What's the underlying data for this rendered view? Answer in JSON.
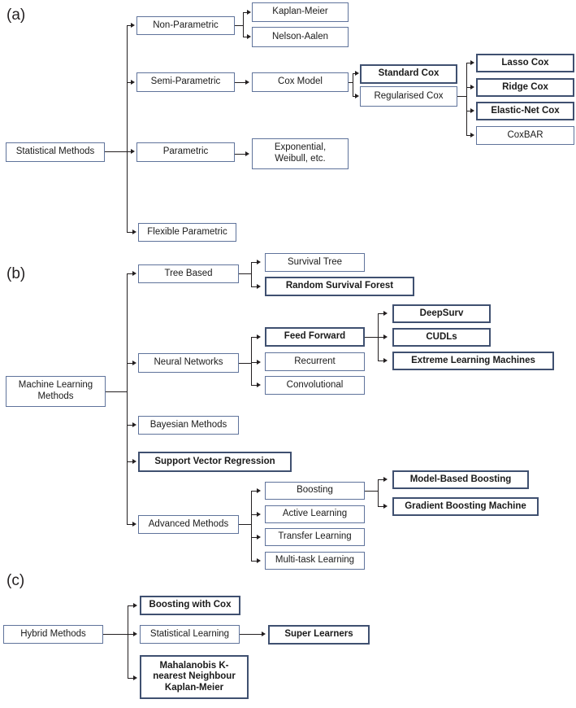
{
  "figure": {
    "type": "hierarchy-diagram",
    "panels": [
      {
        "id": "a",
        "label": "(a)",
        "root": "Statistical Methods"
      },
      {
        "id": "b",
        "label": "(b)",
        "root": "Machine Learning Methods"
      },
      {
        "id": "c",
        "label": "(c)",
        "root": "Hybrid Methods"
      }
    ]
  },
  "colors": {
    "thin_border": "#5f739b",
    "bold_border": "#3f5070",
    "connector": "#231f20",
    "box_fill": "#ffffff",
    "text": "#1a1a1a"
  },
  "panel_a": {
    "label": "(a)",
    "root": "Statistical Methods",
    "level1": [
      "Non-Parametric",
      "Semi-Parametric",
      "Parametric",
      "Flexible Parametric"
    ],
    "non_parametric_children": [
      "Kaplan-Meier",
      "Nelson-Aalen"
    ],
    "semi_parametric_child": "Cox Model",
    "cox_children": [
      "Standard Cox",
      "Regularised Cox"
    ],
    "regularised_children": [
      "Lasso Cox",
      "Ridge Cox",
      "Elastic-Net Cox",
      "CoxBAR"
    ],
    "parametric_child": "Exponential,\nWeibull, etc.",
    "parametric_child_line1": "Exponential,",
    "parametric_child_line2": "Weibull, etc.",
    "highlighted": [
      "Standard Cox",
      "Lasso Cox",
      "Ridge Cox",
      "Elastic-Net Cox"
    ]
  },
  "panel_b": {
    "label": "(b)",
    "root_line1": "Machine Learning",
    "root_line2": "Methods",
    "level1": [
      "Tree Based",
      "Neural Networks",
      "Bayesian Methods",
      "Support Vector Regression",
      "Advanced Methods"
    ],
    "tree_children": [
      "Survival Tree",
      "Random Survival Forest"
    ],
    "nn_children": [
      "Feed Forward",
      "Recurrent",
      "Convolutional"
    ],
    "feed_forward_children": [
      "DeepSurv",
      "CUDLs",
      "Extreme Learning Machines"
    ],
    "advanced_children": [
      "Boosting",
      "Active Learning",
      "Transfer Learning",
      "Multi-task Learning"
    ],
    "boosting_children": [
      "Model-Based Boosting",
      "Gradient Boosting Machine"
    ],
    "highlighted": [
      "Random Survival Forest",
      "Feed Forward",
      "DeepSurv",
      "CUDLs",
      "Extreme Learning Machines",
      "Support Vector Regression",
      "Model-Based Boosting",
      "Gradient Boosting Machine"
    ]
  },
  "panel_c": {
    "label": "(c)",
    "root": "Hybrid Methods",
    "level1": [
      "Boosting with Cox",
      "Statistical Learning",
      "Mahalanobis K-nearest Neighbour Kaplan-Meier"
    ],
    "mahalanobis_line1": "Mahalanobis K-",
    "mahalanobis_line2": "nearest Neighbour",
    "mahalanobis_line3": "Kaplan-Meier",
    "statistical_learning_child": "Super Learners",
    "highlighted": [
      "Boosting with Cox",
      "Super Learners",
      "Mahalanobis K-nearest Neighbour Kaplan-Meier"
    ]
  }
}
